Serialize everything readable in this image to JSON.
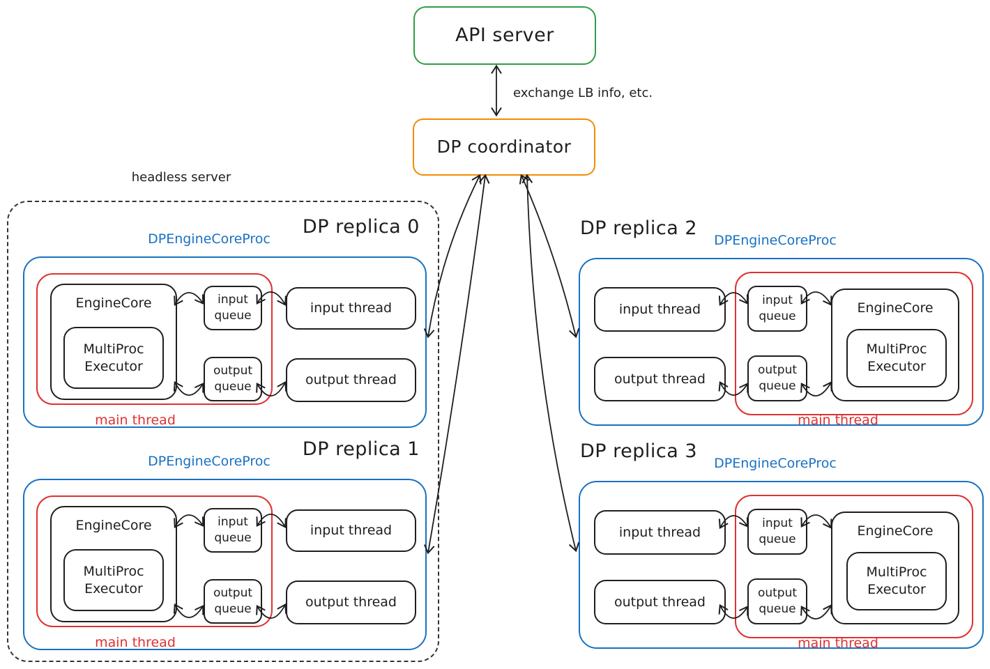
{
  "palette": {
    "green": "#2f9e44",
    "orange": "#f08c00",
    "blue": "#1971c2",
    "red": "#e03131",
    "ink": "#1e1e1e"
  },
  "api_server": {
    "label": "API server"
  },
  "coordinator": {
    "label": "DP coordinator"
  },
  "api_link_label": "exchange LB info, etc.",
  "headless_server_label": "headless server",
  "replicas": [
    {
      "title": "DP replica 0",
      "proc_label": "DPEngineCoreProc",
      "engine_core_label": "EngineCore",
      "executor_label": "MultiProc Executor",
      "input_queue_label": "input queue",
      "output_queue_label": "output queue",
      "input_thread_label": "input thread",
      "output_thread_label": "output thread",
      "main_thread_label": "main thread"
    },
    {
      "title": "DP replica 1",
      "proc_label": "DPEngineCoreProc",
      "engine_core_label": "EngineCore",
      "executor_label": "MultiProc Executor",
      "input_queue_label": "input queue",
      "output_queue_label": "output queue",
      "input_thread_label": "input thread",
      "output_thread_label": "output thread",
      "main_thread_label": "main thread"
    },
    {
      "title": "DP replica 2",
      "proc_label": "DPEngineCoreProc",
      "engine_core_label": "EngineCore",
      "executor_label": "MultiProc Executor",
      "input_queue_label": "input queue",
      "output_queue_label": "output queue",
      "input_thread_label": "input thread",
      "output_thread_label": "output thread",
      "main_thread_label": "main thread"
    },
    {
      "title": "DP replica 3",
      "proc_label": "DPEngineCoreProc",
      "engine_core_label": "EngineCore",
      "executor_label": "MultiProc Executor",
      "input_queue_label": "input queue",
      "output_queue_label": "output queue",
      "input_thread_label": "input thread",
      "output_thread_label": "output thread",
      "main_thread_label": "main thread"
    }
  ]
}
